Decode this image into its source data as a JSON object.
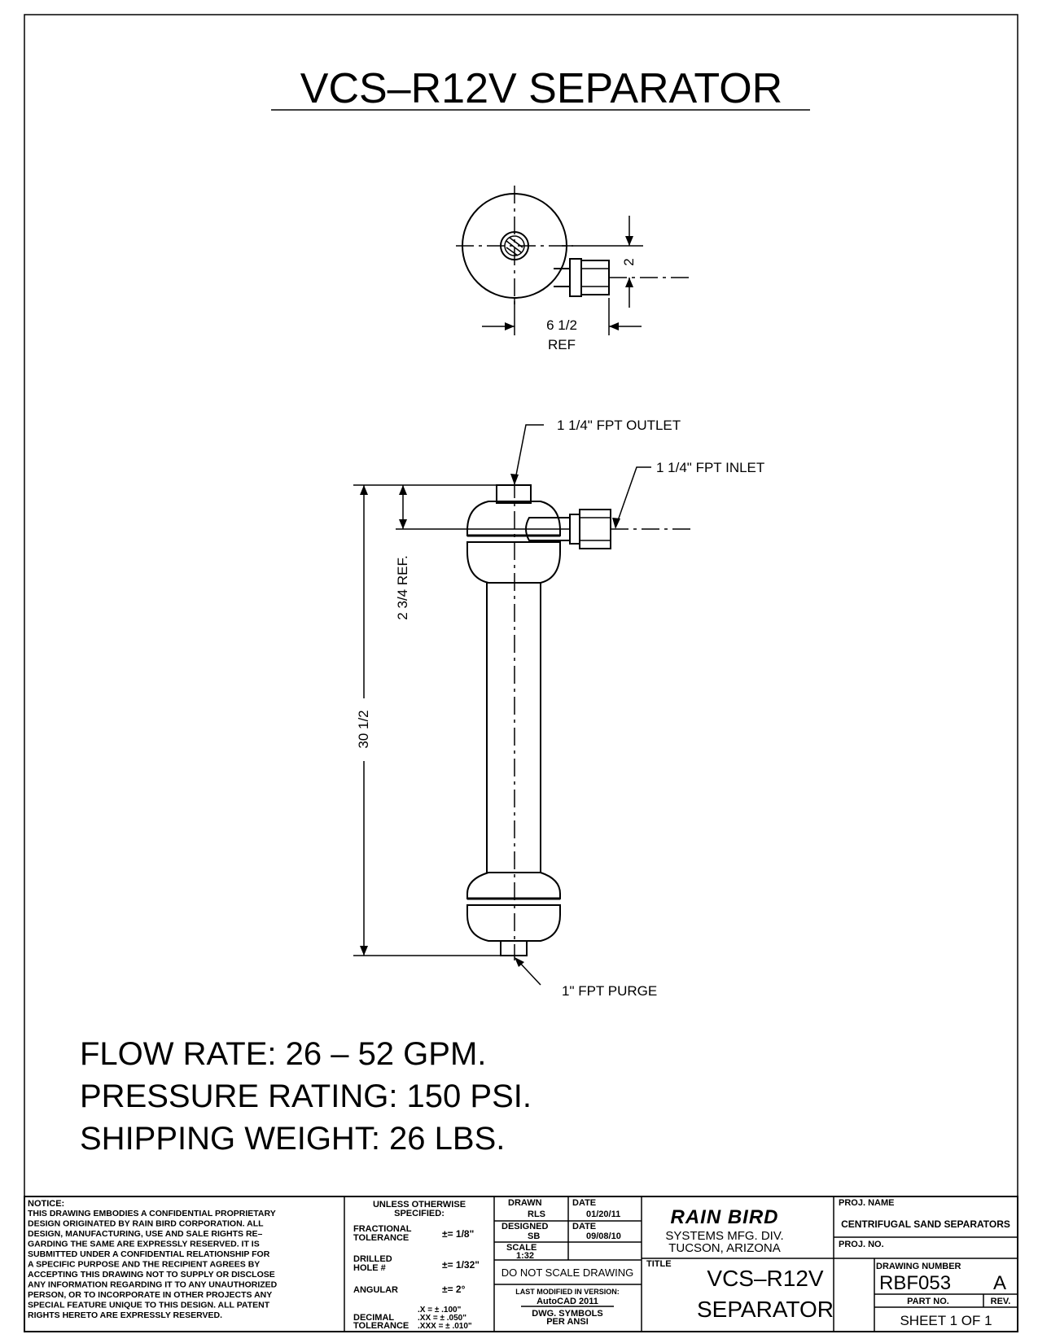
{
  "title": "VCS–R12V SEPARATOR",
  "top_view": {
    "dim_width": "6 1/2",
    "dim_width_ref": "REF",
    "dim_offset": "2"
  },
  "side_view": {
    "outlet_label": "1 1/4\" FPT OUTLET",
    "inlet_label": "1 1/4\" FPT INLET",
    "purge_label": "1\" FPT PURGE",
    "dim_height": "30 1/2",
    "dim_inlet": "2 3/4 REF."
  },
  "specs": [
    "FLOW RATE: 26 – 52 GPM.",
    "PRESSURE RATING: 150 PSI.",
    "SHIPPING WEIGHT: 26 LBS."
  ],
  "title_block": {
    "notice_heading": "NOTICE:",
    "notice_lines": [
      "THIS DRAWING EMBODIES A CONFIDENTIAL PROPRIETARY",
      "DESIGN ORIGINATED BY RAIN BIRD CORPORATION. ALL",
      "DESIGN, MANUFACTURING, USE AND SALE RIGHTS RE–",
      "GARDING THE SAME ARE EXPRESSLY RESERVED. IT IS",
      "SUBMITTED UNDER A CONFIDENTIAL RELATIONSHIP FOR",
      "A SPECIFIC PURPOSE AND THE RECIPIENT AGREES BY",
      "ACCEPTING THIS DRAWING NOT TO SUPPLY OR DISCLOSE",
      "ANY INFORMATION REGARDING IT TO ANY UNAUTHORIZED",
      "PERSON, OR TO INCORPORATE IN OTHER PROJECTS ANY",
      "SPECIAL FEATURE UNIQUE TO THIS DESIGN. ALL PATENT",
      "RIGHTS HERETO ARE EXPRESSLY RESERVED."
    ],
    "unless_line1": "UNLESS OTHERWISE",
    "unless_line2": "SPECIFIED:",
    "fractional_line1": "FRACTIONAL",
    "fractional_line2": "TOLERANCE",
    "fractional_value": "±= 1/8\"",
    "drilled_line1": "DRILLED",
    "drilled_line2": "HOLE #",
    "drilled_value": "±= 1/32\"",
    "angular_label": "ANGULAR",
    "angular_value": "±= 2°",
    "decimal_line1": "DECIMAL",
    "decimal_line2": "TOLERANCE",
    "decimal_values": [
      ".X = ± .100\"",
      ".XX = ± .050\"",
      ".XXX = ± .010\""
    ],
    "drawn_label": "DRAWN",
    "drawn_value": "RLS",
    "date1_label": "DATE",
    "date1_value": "01/20/11",
    "designed_label": "DESIGNED",
    "designed_value": "SB",
    "date2_label": "DATE",
    "date2_value": "09/08/10",
    "scale_label": "SCALE",
    "scale_value": "1:32",
    "do_not_scale": "DO NOT SCALE DRAWING",
    "last_modified_label": "LAST MODIFIED IN VERSION:",
    "last_modified_value": "AutoCAD 2011",
    "dwg_symbols_line1": "DWG. SYMBOLS",
    "dwg_symbols_line2": "PER ANSI",
    "company_logo": "RAIN BIRD",
    "company_line1": "SYSTEMS MFG. DIV.",
    "company_line2": "TUCSON, ARIZONA",
    "title_label": "TITLE",
    "title_line1": "VCS–R12V",
    "title_line2": "SEPARATOR",
    "proj_name_label": "PROJ. NAME",
    "proj_name_value": "CENTRIFUGAL SAND SEPARATORS",
    "proj_no_label": "PROJ. NO.",
    "drawing_number_label": "DRAWING NUMBER",
    "drawing_number_value": "RBF053",
    "rev_value": "A",
    "part_no_label": "PART NO.",
    "rev_label": "REV.",
    "sheet": "SHEET 1 OF 1"
  }
}
